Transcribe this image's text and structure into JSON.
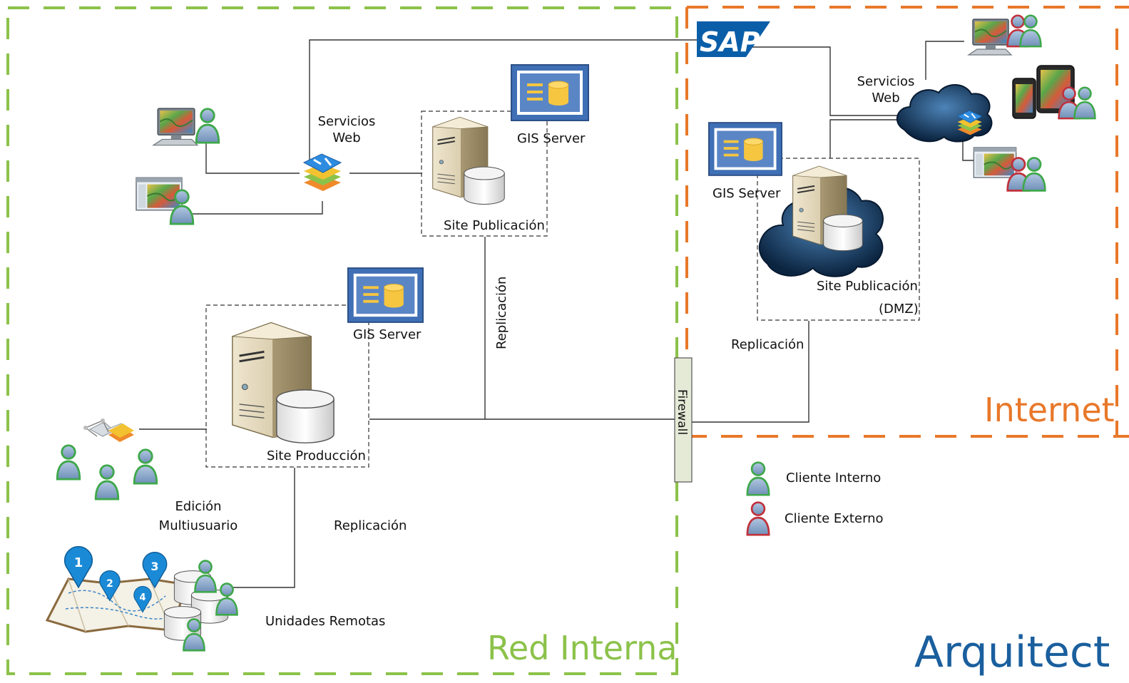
{
  "zones": {
    "internal_label": "Red Interna",
    "internet_label": "Internet",
    "footer_title": "Arquitect",
    "internal_color": "#8cc24a",
    "internet_color": "#e8782a"
  },
  "brand": {
    "sap_text": "SAP",
    "sap_color": "#0a5ea8"
  },
  "firewall": {
    "label": "Firewall"
  },
  "labels": {
    "servicios_web_internal": "Servicios Web",
    "servicios_web_internet": "Servicios Web",
    "gis_server_pub": "GIS Server",
    "gis_server_prod": "GIS Server",
    "gis_server_dmz": "GIS Server",
    "site_publicacion": "Site Publicación",
    "site_produccion": "Site Producción",
    "site_publicacion_dmz": "Site Publicación",
    "dmz": "(DMZ)",
    "replicacion_vertical": "Replicación",
    "replicacion_dmz": "Replicación",
    "replicacion_remote": "Replicación",
    "edicion": "Edición",
    "multiusuario": "Multiusuario",
    "unidades_remotas": "Unidades Remotas"
  },
  "map_pins": [
    "1",
    "2",
    "3",
    "4"
  ],
  "legend": {
    "items": [
      {
        "label": "Cliente Interno",
        "color": "#3ea84a"
      },
      {
        "label": "Cliente Externo",
        "color": "#c0303a"
      }
    ]
  },
  "icons": [
    "server-icon",
    "database-icon",
    "gis-server-icon",
    "web-services-icon",
    "monitor-icon",
    "tablet-icon",
    "smartphone-icon",
    "cloud-icon",
    "user-icon",
    "map-icon",
    "map-pin-icon",
    "editing-tools-icon",
    "sap-logo"
  ]
}
